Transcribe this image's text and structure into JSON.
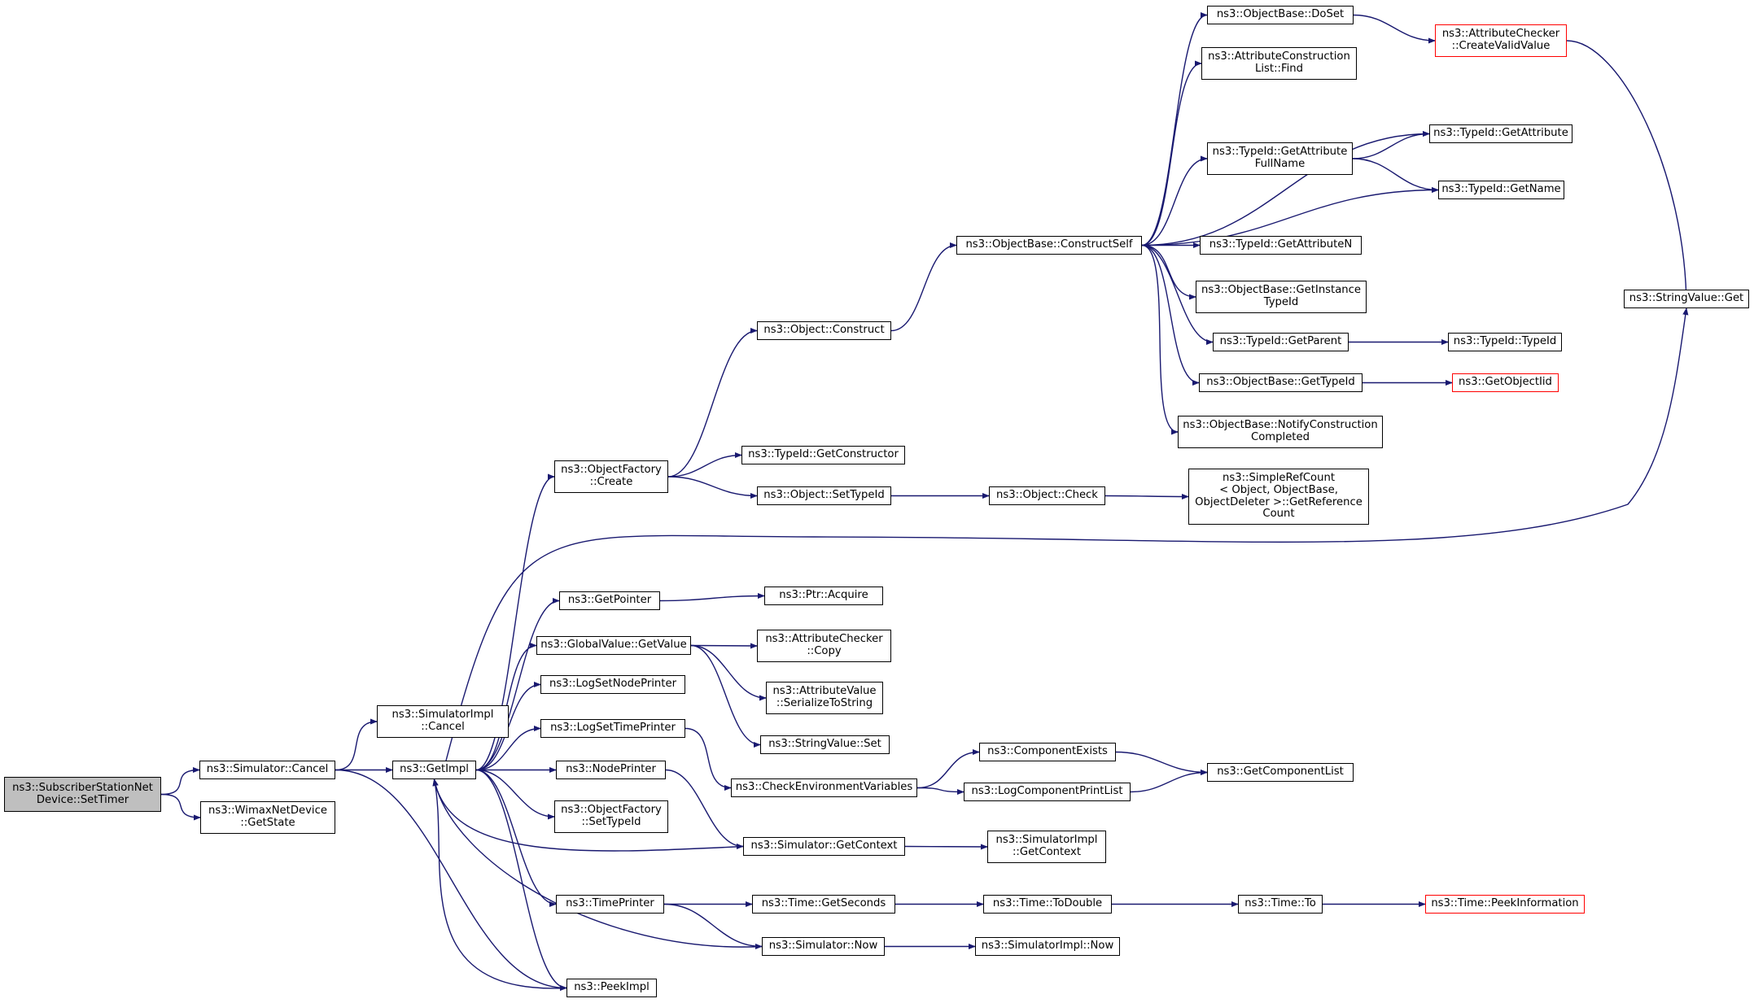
{
  "colors": {
    "edge": "#191970",
    "node_border": "#000000",
    "truncated_border": "#ff0000",
    "root_fill": "#bfbfbf"
  },
  "nodes": {
    "SetTimer": [
      "ns3::SubscriberStationNet",
      "Device::SetTimer"
    ],
    "SimCancel": [
      "ns3::Simulator::Cancel"
    ],
    "GetState": [
      "ns3::WimaxNetDevice",
      "::GetState"
    ],
    "SimImplCancel": [
      "ns3::SimulatorImpl",
      "::Cancel"
    ],
    "GetImpl": [
      "ns3::GetImpl"
    ],
    "OFCreate": [
      "ns3::ObjectFactory",
      "::Create"
    ],
    "GetPointer": [
      "ns3::GetPointer"
    ],
    "GVGetValue": [
      "ns3::GlobalValue::GetValue"
    ],
    "LogSetNodePrinter": [
      "ns3::LogSetNodePrinter"
    ],
    "LogSetTimePrinter": [
      "ns3::LogSetTimePrinter"
    ],
    "NodePrinter": [
      "ns3::NodePrinter"
    ],
    "OFSetTypeId": [
      "ns3::ObjectFactory",
      "::SetTypeId"
    ],
    "TimePrinter": [
      "ns3::TimePrinter"
    ],
    "PeekImpl": [
      "ns3::PeekImpl"
    ],
    "ObjConstruct": [
      "ns3::Object::Construct"
    ],
    "TIGetConstructor": [
      "ns3::TypeId::GetConstructor"
    ],
    "ObjSetTypeId": [
      "ns3::Object::SetTypeId"
    ],
    "PtrAcquire": [
      "ns3::Ptr::Acquire"
    ],
    "ACCopy": [
      "ns3::AttributeChecker",
      "::Copy"
    ],
    "AVSerialize": [
      "ns3::AttributeValue",
      "::SerializeToString"
    ],
    "SVSet": [
      "ns3::StringValue::Set"
    ],
    "CheckEnv": [
      "ns3::CheckEnvironmentVariables"
    ],
    "SimGetContext": [
      "ns3::Simulator::GetContext"
    ],
    "TimeGetSeconds": [
      "ns3::Time::GetSeconds"
    ],
    "SimNow": [
      "ns3::Simulator::Now"
    ],
    "ConstructSelf": [
      "ns3::ObjectBase::ConstructSelf"
    ],
    "ObjCheck": [
      "ns3::Object::Check"
    ],
    "CompExists": [
      "ns3::ComponentExists"
    ],
    "LogCompPrintList": [
      "ns3::LogComponentPrintList"
    ],
    "SimImplGetContext": [
      "ns3::SimulatorImpl",
      "::GetContext"
    ],
    "ToDouble": [
      "ns3::Time::ToDouble"
    ],
    "SimImplNow": [
      "ns3::SimulatorImpl::Now"
    ],
    "DoSet": [
      "ns3::ObjectBase::DoSet"
    ],
    "ACLFind": [
      "ns3::AttributeConstruction",
      "List::Find"
    ],
    "TIGetAttrFullName": [
      "ns3::TypeId::GetAttribute",
      "FullName"
    ],
    "TIGetAttributeN": [
      "ns3::TypeId::GetAttributeN"
    ],
    "OBGetInstanceTypeId": [
      "ns3::ObjectBase::GetInstance",
      "TypeId"
    ],
    "TIGetParent": [
      "ns3::TypeId::GetParent"
    ],
    "OBGetTypeId": [
      "ns3::ObjectBase::GetTypeId"
    ],
    "OBNotify": [
      "ns3::ObjectBase::NotifyConstruction",
      "Completed"
    ],
    "SimpleRefCount": [
      "ns3::SimpleRefCount",
      "< Object, ObjectBase,",
      "ObjectDeleter >::GetReference",
      "Count"
    ],
    "GetComponentList": [
      "ns3::GetComponentList"
    ],
    "TimeTo": [
      "ns3::Time::To"
    ],
    "ACCreateValid": [
      "ns3::AttributeChecker",
      "::CreateValidValue"
    ],
    "TIGetAttribute": [
      "ns3::TypeId::GetAttribute"
    ],
    "TIGetName": [
      "ns3::TypeId::GetName"
    ],
    "TITypeId": [
      "ns3::TypeId::TypeId"
    ],
    "GetObjectIid": [
      "ns3::GetObjectIid"
    ],
    "TimePeekInfo": [
      "ns3::Time::PeekInformation"
    ],
    "SVGet": [
      "ns3::StringValue::Get"
    ]
  },
  "edges": [
    [
      "SetTimer",
      "SimCancel"
    ],
    [
      "SetTimer",
      "GetState"
    ],
    [
      "SimCancel",
      "SimImplCancel"
    ],
    [
      "SimCancel",
      "GetImpl"
    ],
    [
      "SimCancel",
      "PeekImpl"
    ],
    [
      "GetImpl",
      "OFCreate"
    ],
    [
      "GetImpl",
      "SVGet"
    ],
    [
      "GetImpl",
      "GetPointer"
    ],
    [
      "GetImpl",
      "GVGetValue"
    ],
    [
      "GetImpl",
      "LogSetNodePrinter"
    ],
    [
      "GetImpl",
      "LogSetTimePrinter"
    ],
    [
      "GetImpl",
      "NodePrinter"
    ],
    [
      "GetImpl",
      "OFSetTypeId"
    ],
    [
      "GetImpl",
      "TimePrinter"
    ],
    [
      "GetImpl",
      "PeekImpl"
    ],
    [
      "OFCreate",
      "ObjConstruct"
    ],
    [
      "OFCreate",
      "TIGetConstructor"
    ],
    [
      "OFCreate",
      "ObjSetTypeId"
    ],
    [
      "ObjConstruct",
      "ConstructSelf"
    ],
    [
      "ConstructSelf",
      "DoSet"
    ],
    [
      "ConstructSelf",
      "ACLFind"
    ],
    [
      "ConstructSelf",
      "TIGetAttribute"
    ],
    [
      "ConstructSelf",
      "TIGetAttrFullName"
    ],
    [
      "ConstructSelf",
      "TIGetName"
    ],
    [
      "ConstructSelf",
      "TIGetAttributeN"
    ],
    [
      "ConstructSelf",
      "OBGetInstanceTypeId"
    ],
    [
      "ConstructSelf",
      "TIGetParent"
    ],
    [
      "ConstructSelf",
      "OBGetTypeId"
    ],
    [
      "ConstructSelf",
      "OBNotify"
    ],
    [
      "DoSet",
      "ACCreateValid"
    ],
    [
      "ACCreateValid",
      "SVGet"
    ],
    [
      "TIGetAttrFullName",
      "TIGetAttribute"
    ],
    [
      "TIGetAttrFullName",
      "TIGetName"
    ],
    [
      "TIGetParent",
      "TITypeId"
    ],
    [
      "OBGetTypeId",
      "GetObjectIid"
    ],
    [
      "ObjSetTypeId",
      "ObjCheck"
    ],
    [
      "ObjCheck",
      "SimpleRefCount"
    ],
    [
      "GetPointer",
      "PtrAcquire"
    ],
    [
      "GVGetValue",
      "ACCopy"
    ],
    [
      "GVGetValue",
      "AVSerialize"
    ],
    [
      "GVGetValue",
      "SVSet"
    ],
    [
      "LogSetTimePrinter",
      "CheckEnv"
    ],
    [
      "CheckEnv",
      "CompExists"
    ],
    [
      "CheckEnv",
      "LogCompPrintList"
    ],
    [
      "CompExists",
      "GetComponentList"
    ],
    [
      "LogCompPrintList",
      "GetComponentList"
    ],
    [
      "NodePrinter",
      "SimGetContext"
    ],
    [
      "SimGetContext",
      "GetImpl"
    ],
    [
      "SimGetContext",
      "SimImplGetContext"
    ],
    [
      "TimePrinter",
      "TimeGetSeconds"
    ],
    [
      "TimePrinter",
      "SimNow"
    ],
    [
      "TimeGetSeconds",
      "ToDouble"
    ],
    [
      "ToDouble",
      "TimeTo"
    ],
    [
      "TimeTo",
      "TimePeekInfo"
    ],
    [
      "SimNow",
      "GetImpl"
    ],
    [
      "SimNow",
      "SimImplNow"
    ],
    [
      "PeekImpl",
      "GetImpl"
    ]
  ]
}
